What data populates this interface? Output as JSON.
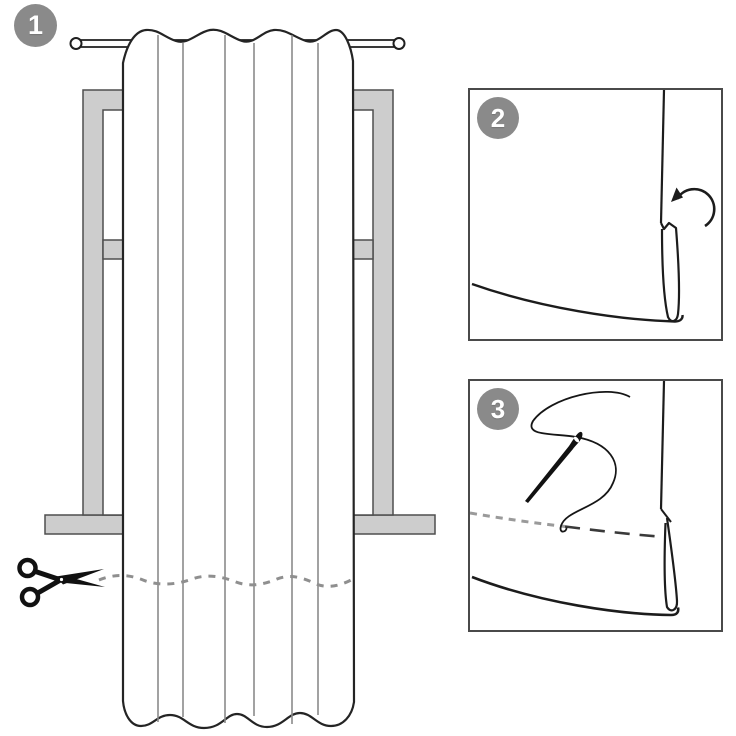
{
  "figure": {
    "kind": "curtain-hemming-instructions",
    "steps": [
      {
        "number": "1",
        "shows": "curtain hanging on rod over window, scissors cutting along dashed line"
      },
      {
        "number": "2",
        "shows": "cut fabric edge rolled over with curl arrow"
      },
      {
        "number": "3",
        "shows": "needle and thread sewing hem along dashed stitch line"
      }
    ]
  },
  "colors": {
    "background": "#ffffff",
    "badge_fill": "#8a8a8a",
    "badge_text": "#ffffff",
    "outline_dark": "#1f1f1f",
    "frame_fill": "#cdcdcd",
    "frame_stroke": "#4e4e4e",
    "pane_fill": "#ffffff",
    "fold_line": "#8a8a8a",
    "dash_line": "#8f8f8f",
    "stitch_dash_dark": "#3a3a3a",
    "panel_border": "#4a4a4a",
    "scissors": "#111111"
  }
}
